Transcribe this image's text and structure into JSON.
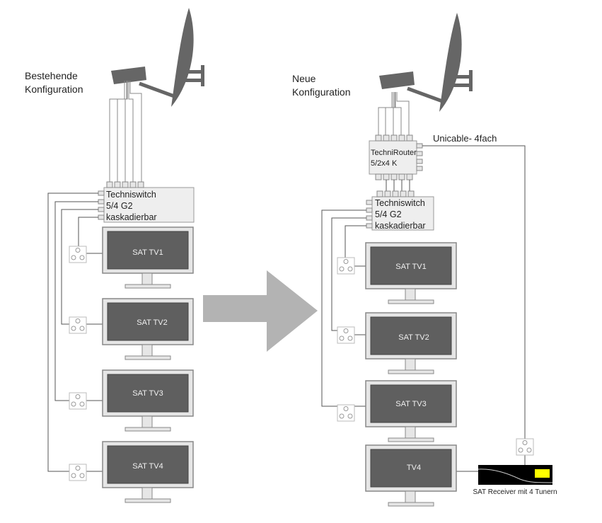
{
  "left": {
    "title_line1": "Bestehende",
    "title_line2": "Konfiguration",
    "switch": {
      "line1": "Techniswitch",
      "line2": "5/4 G2",
      "line3": "kaskadierbar"
    },
    "tvs": [
      "SAT TV1",
      "SAT TV2",
      "SAT TV3",
      "SAT TV4"
    ]
  },
  "right": {
    "title_line1": "Neue",
    "title_line2": "Konfiguration",
    "router": {
      "line1": "TechniRouter",
      "line2": "5/2x4 K"
    },
    "unicable_label": "Unicable- 4fach",
    "switch": {
      "line1": "Techniswitch",
      "line2": "5/4 G2",
      "line3": "kaskadierbar"
    },
    "tvs": [
      "SAT TV1",
      "SAT TV2",
      "SAT TV3",
      "TV4"
    ],
    "receiver_label": "SAT Receiver mit 4 Tunern"
  },
  "colors": {
    "dish": "#666666",
    "screen": "#5f5f5f",
    "bezel": "#e6e6e6",
    "arrow": "#b3b3b3",
    "receiver": "#000000",
    "receiver_display": "#ffff00"
  }
}
